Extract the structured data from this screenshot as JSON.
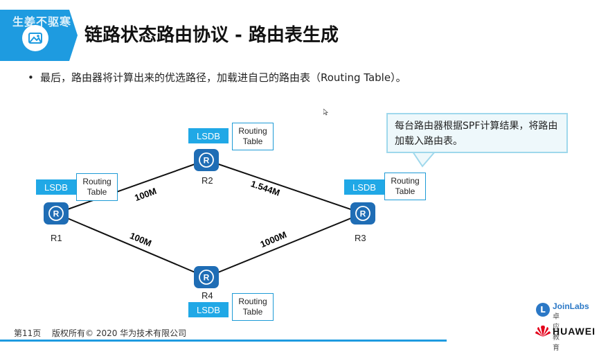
{
  "header": {
    "watermark": "生姜不驱寒",
    "title": "链路状态路由协议 - 路由表生成"
  },
  "bullet": {
    "symbol": "•",
    "text": "最后，路由器将计算出来的优选路径，加载进自己的路由表（Routing Table）。"
  },
  "callout": {
    "line1": "每台路由器根据SPF计算结果，将路由",
    "line2": "加载入路由表。"
  },
  "routers": {
    "r1": {
      "name": "R1",
      "lsdb": "LSDB",
      "table_line1": "Routing",
      "table_line2": "Table"
    },
    "r2": {
      "name": "R2",
      "lsdb": "LSDB",
      "table_line1": "Routing",
      "table_line2": "Table"
    },
    "r3": {
      "name": "R3",
      "lsdb": "LSDB",
      "table_line1": "Routing",
      "table_line2": "Table"
    },
    "r4": {
      "name": "R4",
      "lsdb": "LSDB",
      "table_line1": "Routing",
      "table_line2": "Table"
    }
  },
  "links": {
    "r1_r2": "100M",
    "r2_r3": "1.544M",
    "r1_r4": "100M",
    "r4_r3": "1000M"
  },
  "footer": {
    "page": "第11页",
    "copyright": "版权所有© 2020 华为技术有限公司",
    "joinlabs_name": "JoinLabs",
    "joinlabs_sub": "卓应教育",
    "huawei": "HUAWEI"
  },
  "colors": {
    "accent": "#1e9be0",
    "router_fill": "#1f6db5",
    "lsdb_fill": "#20a8e6"
  },
  "icons": {
    "badge": "image-icon",
    "router": "router-icon",
    "cursor": "mouse-cursor-icon"
  }
}
